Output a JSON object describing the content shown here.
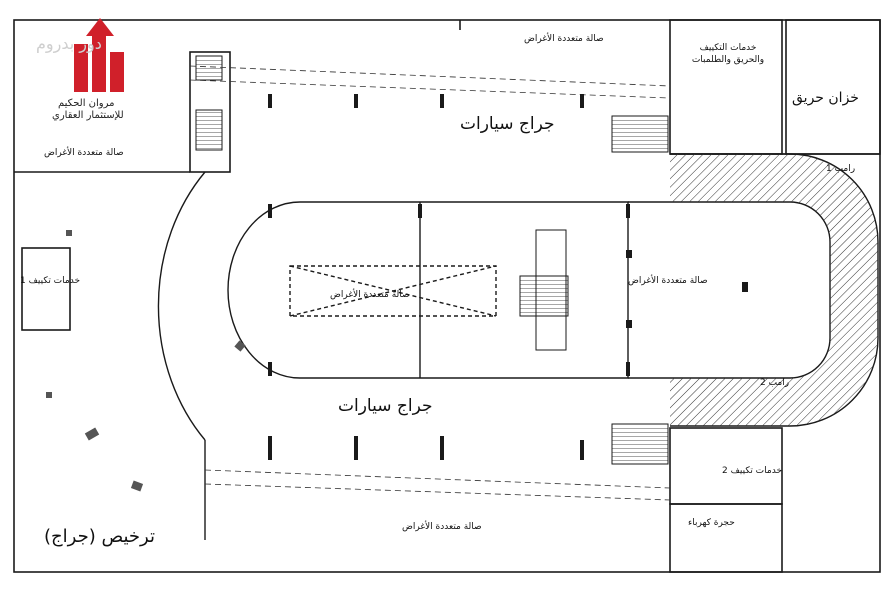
{
  "branding": {
    "watermark": "دور بدروم",
    "company_name": "مروان الحكيم",
    "company_sub": "للإستثمار العقاري",
    "logo_color": "#d0202a"
  },
  "labels": {
    "garage_top": "جراج سيارات",
    "garage_bottom": "جراج سيارات",
    "hall_top": "صالة متعددة الأغراض",
    "hall_left": "صالة متعددة الأغراض",
    "hall_center": "صالة متعددة الأغراض",
    "hall_right": "صالة متعددة الأغراض",
    "hall_bottom": "صالة متعددة الأغراض",
    "ac_services_top": "خدمات التكييف والحريق والطلمبات",
    "fire_tank": "خزان حريق",
    "ramp_1": "رامب 1",
    "ramp_2": "رامب 2",
    "ac_services_left": "خدمات تكييف 1",
    "ac_services_right": "خدمات تكييف 2",
    "electric_room": "حجرة كهرباء"
  },
  "caption": "ترخيص (جراج)",
  "colors": {
    "line": "#1a1a1a",
    "accent": "#d0202a"
  }
}
